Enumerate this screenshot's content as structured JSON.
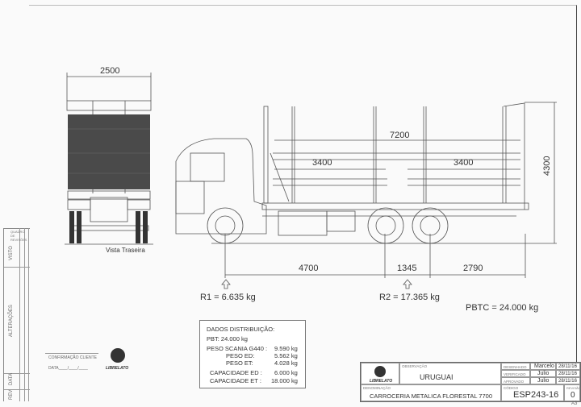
{
  "drawing": {
    "rear_view": {
      "width_dim": "2500",
      "caption": "Vista Traseira"
    },
    "side_view": {
      "total_length_dim": "7200",
      "front_bay_dim": "3400",
      "rear_bay_dim": "3400",
      "height_dim": "4300",
      "axle_spacing": [
        "4700",
        "1345",
        "2790"
      ]
    },
    "reactions": {
      "r1": "R1 = 6.635 kg",
      "r2": "R2 = 17.365 kg",
      "pbtc": "PBTC = 24.000 kg"
    }
  },
  "distribution": {
    "title": "DADOS DISTRIBUIÇÃO:",
    "pbt": "PBT:  24.000 kg",
    "rows": [
      {
        "label": "PESO SCANIA G440 :",
        "value": "9.590 kg"
      },
      {
        "label": "PESO ED:",
        "value": "5.562 kg"
      },
      {
        "label": "PESO ET:",
        "value": "4.028 kg"
      },
      {
        "label": "CAPACIDADE ED :",
        "value": "6.000 kg"
      },
      {
        "label": "CAPACIDADE ET :",
        "value": "18.000 kg"
      }
    ]
  },
  "client_confirmation": {
    "label": "CONFIRMAÇÃO CLIENTE",
    "date": "DATA____/____/____",
    "brand": "LIBRELATO"
  },
  "revision_strip": {
    "header": "QUADRO DE REVISÕES",
    "visto": "VISTO",
    "alteracoes": "ALTERAÇÕES",
    "data": "DATA",
    "rev": "REV"
  },
  "title_block": {
    "brand": "LIBRELATO",
    "observacao_label": "OBSERVAÇÃO",
    "observacao": "URUGUAI",
    "denominacao_label": "DENOMINAÇÃO",
    "denominacao": "CARROCERIA METALICA FLORESTAL 7700",
    "approvals": [
      {
        "role": "DESENHADO",
        "name": "Marcelo",
        "date": "28/11/16"
      },
      {
        "role": "VERIFICADO",
        "name": "Julio",
        "date": "28/11/16"
      },
      {
        "role": "APROVADO",
        "name": "Julio",
        "date": "28/11/16"
      }
    ],
    "codigo_label": "CÓDIGO",
    "codigo": "ESP243-16",
    "revisao_label": "REVISÃO",
    "revisao": "0",
    "sheet_size": "A3"
  }
}
